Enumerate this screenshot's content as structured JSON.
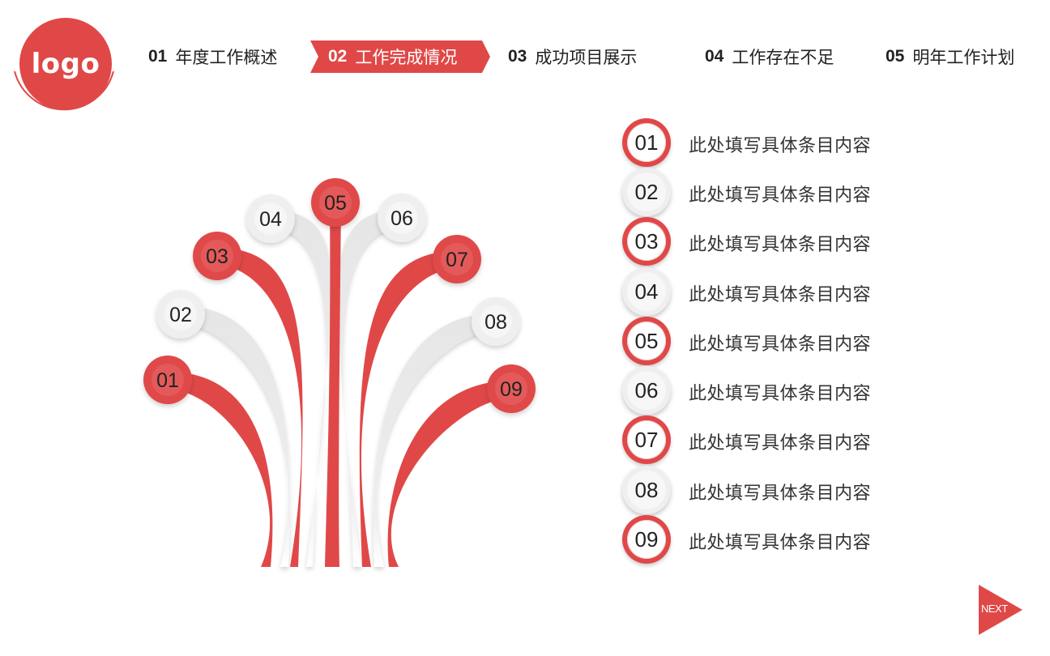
{
  "logo": {
    "text": "logo",
    "color": "#e04848"
  },
  "nav": [
    {
      "num": "01",
      "label": "年度工作概述",
      "active": false
    },
    {
      "num": "02",
      "label": "工作完成情况",
      "active": true
    },
    {
      "num": "03",
      "label": "成功项目展示",
      "active": false
    },
    {
      "num": "04",
      "label": "工作存在不足",
      "active": false
    },
    {
      "num": "05",
      "label": "明年工作计划",
      "active": false
    }
  ],
  "fan": {
    "labels": [
      "01",
      "02",
      "03",
      "04",
      "05",
      "06",
      "07",
      "08",
      "09"
    ],
    "colors": [
      "red",
      "grey",
      "red",
      "grey",
      "red",
      "grey",
      "red",
      "grey",
      "red"
    ]
  },
  "list": {
    "items": [
      {
        "num": "01",
        "text": "此处填写具体条目内容",
        "color": "red"
      },
      {
        "num": "02",
        "text": "此处填写具体条目内容",
        "color": "grey"
      },
      {
        "num": "03",
        "text": "此处填写具体条目内容",
        "color": "red"
      },
      {
        "num": "04",
        "text": "此处填写具体条目内容",
        "color": "grey"
      },
      {
        "num": "05",
        "text": "此处填写具体条目内容",
        "color": "red"
      },
      {
        "num": "06",
        "text": "此处填写具体条目内容",
        "color": "grey"
      },
      {
        "num": "07",
        "text": "此处填写具体条目内容",
        "color": "red"
      },
      {
        "num": "08",
        "text": "此处填写具体条目内容",
        "color": "grey"
      },
      {
        "num": "09",
        "text": "此处填写具体条目内容",
        "color": "red"
      }
    ]
  },
  "next": {
    "label": "NEXT",
    "color": "#e04848"
  },
  "colors": {
    "accent": "#e04848",
    "grey": "#efefef",
    "text": "#222222"
  }
}
